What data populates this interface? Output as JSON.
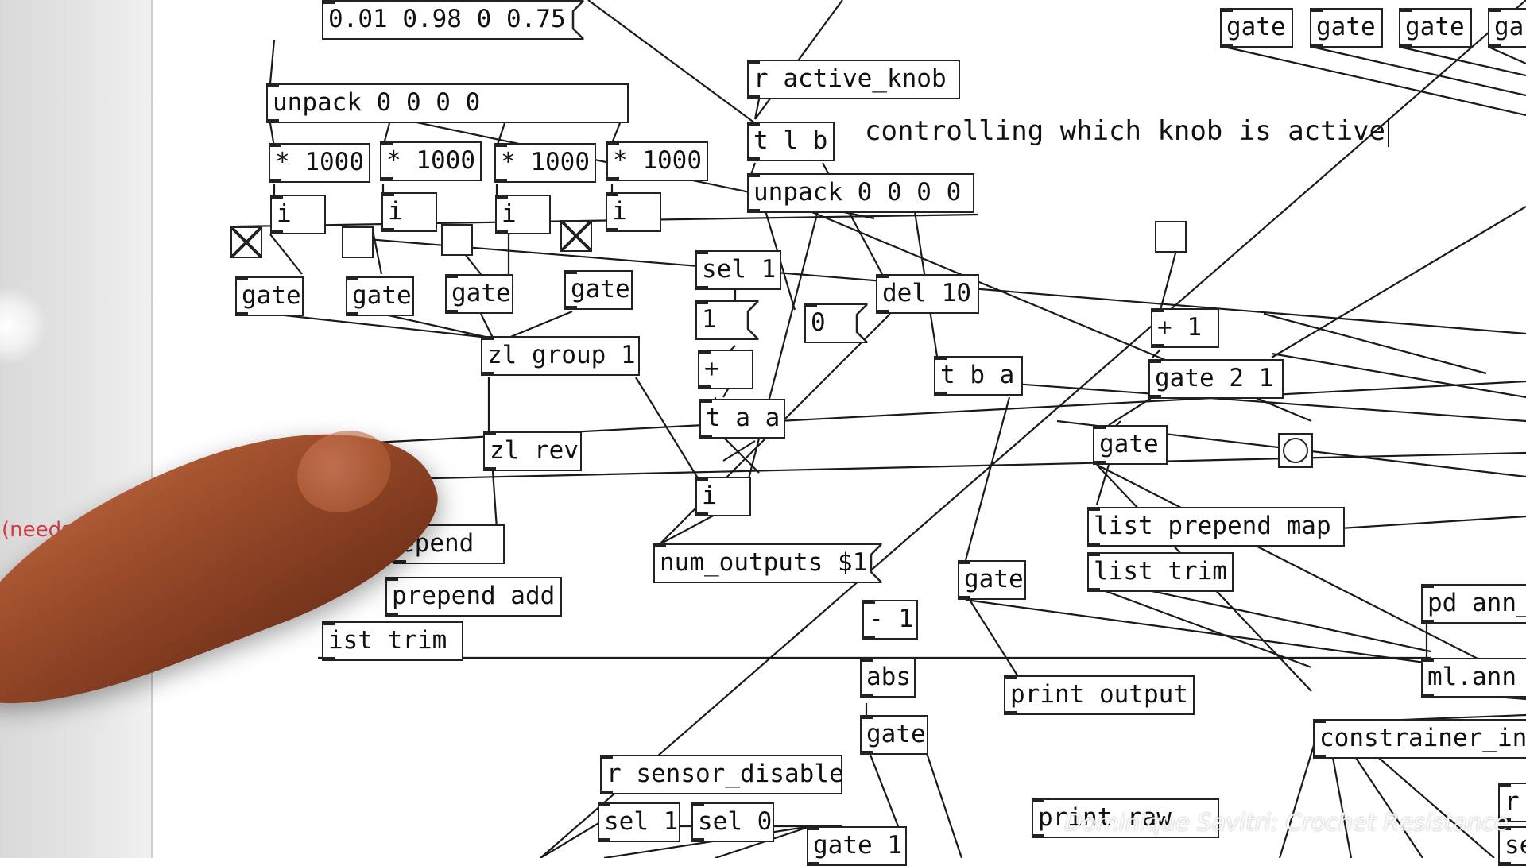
{
  "side_note": "(needs a sy",
  "comment": "controlling which knob is active",
  "watermark": "Dominique Savitri: Crochet Resistance",
  "messages": {
    "init_values": "0.01 0.98 0 0.75",
    "one": "1",
    "zero": "0",
    "num_outputs": "num_outputs $1"
  },
  "objects": {
    "unpack_top": "unpack 0 0 0 0",
    "mul_1": "* 1000",
    "mul_2": "* 1000",
    "mul_3": "* 1000",
    "mul_4": "* 1000",
    "i_1": "i",
    "i_2": "i",
    "i_3": "i",
    "i_4": "i",
    "gate_left_1": "gate",
    "gate_left_2": "gate",
    "gate_left_3": "gate",
    "gate_left_4": "gate",
    "zl_group": "zl group 1",
    "zl_rev": "zl rev",
    "prepend": "epend",
    "prepend_add": "prepend add",
    "list_trim_left": "ist trim",
    "r_active_knob": "r active_knob",
    "t_l_b": "t l b",
    "unpack_mid": "unpack 0 0 0 0",
    "sel_1_top": "sel 1",
    "plus": "+",
    "t_a_a": "t a a",
    "i_mid": "i",
    "del_10": "del 10",
    "t_b_a": "t b a",
    "plus_1": "+ 1",
    "gate_2_1": "gate 2 1",
    "gate_right": "gate",
    "list_prepend_map": "list prepend map",
    "list_trim_right": "list trim",
    "gate_mid": "gate",
    "minus_1": "- 1",
    "abs": "abs",
    "gate_low": "gate",
    "print_output": "print output",
    "r_sensor_disable": "r sensor_disable",
    "sel_1_bottom": "sel 1",
    "sel_0": "sel 0",
    "gate_1": "gate 1",
    "print_raw": "print raw",
    "pd_ann": "pd ann_",
    "ml_ann": "ml.ann",
    "constrainer": "constrainer_in",
    "top_gate_1": "gate",
    "top_gate_2": "gate",
    "top_gate_3": "gate",
    "top_gate_4": "ga",
    "edge_r": "r",
    "edge_se": "se"
  },
  "toggles": [
    {
      "id": "toggle-1",
      "checked": true
    },
    {
      "id": "toggle-2",
      "checked": false
    },
    {
      "id": "toggle-3",
      "checked": false
    },
    {
      "id": "toggle-4",
      "checked": true
    },
    {
      "id": "toggle-5",
      "checked": false
    },
    {
      "id": "toggle-6",
      "checked": false
    }
  ],
  "colors": {
    "side_note": "#d43c3c",
    "wire": "#1a1a1a",
    "skin": "#9a4b2a"
  }
}
